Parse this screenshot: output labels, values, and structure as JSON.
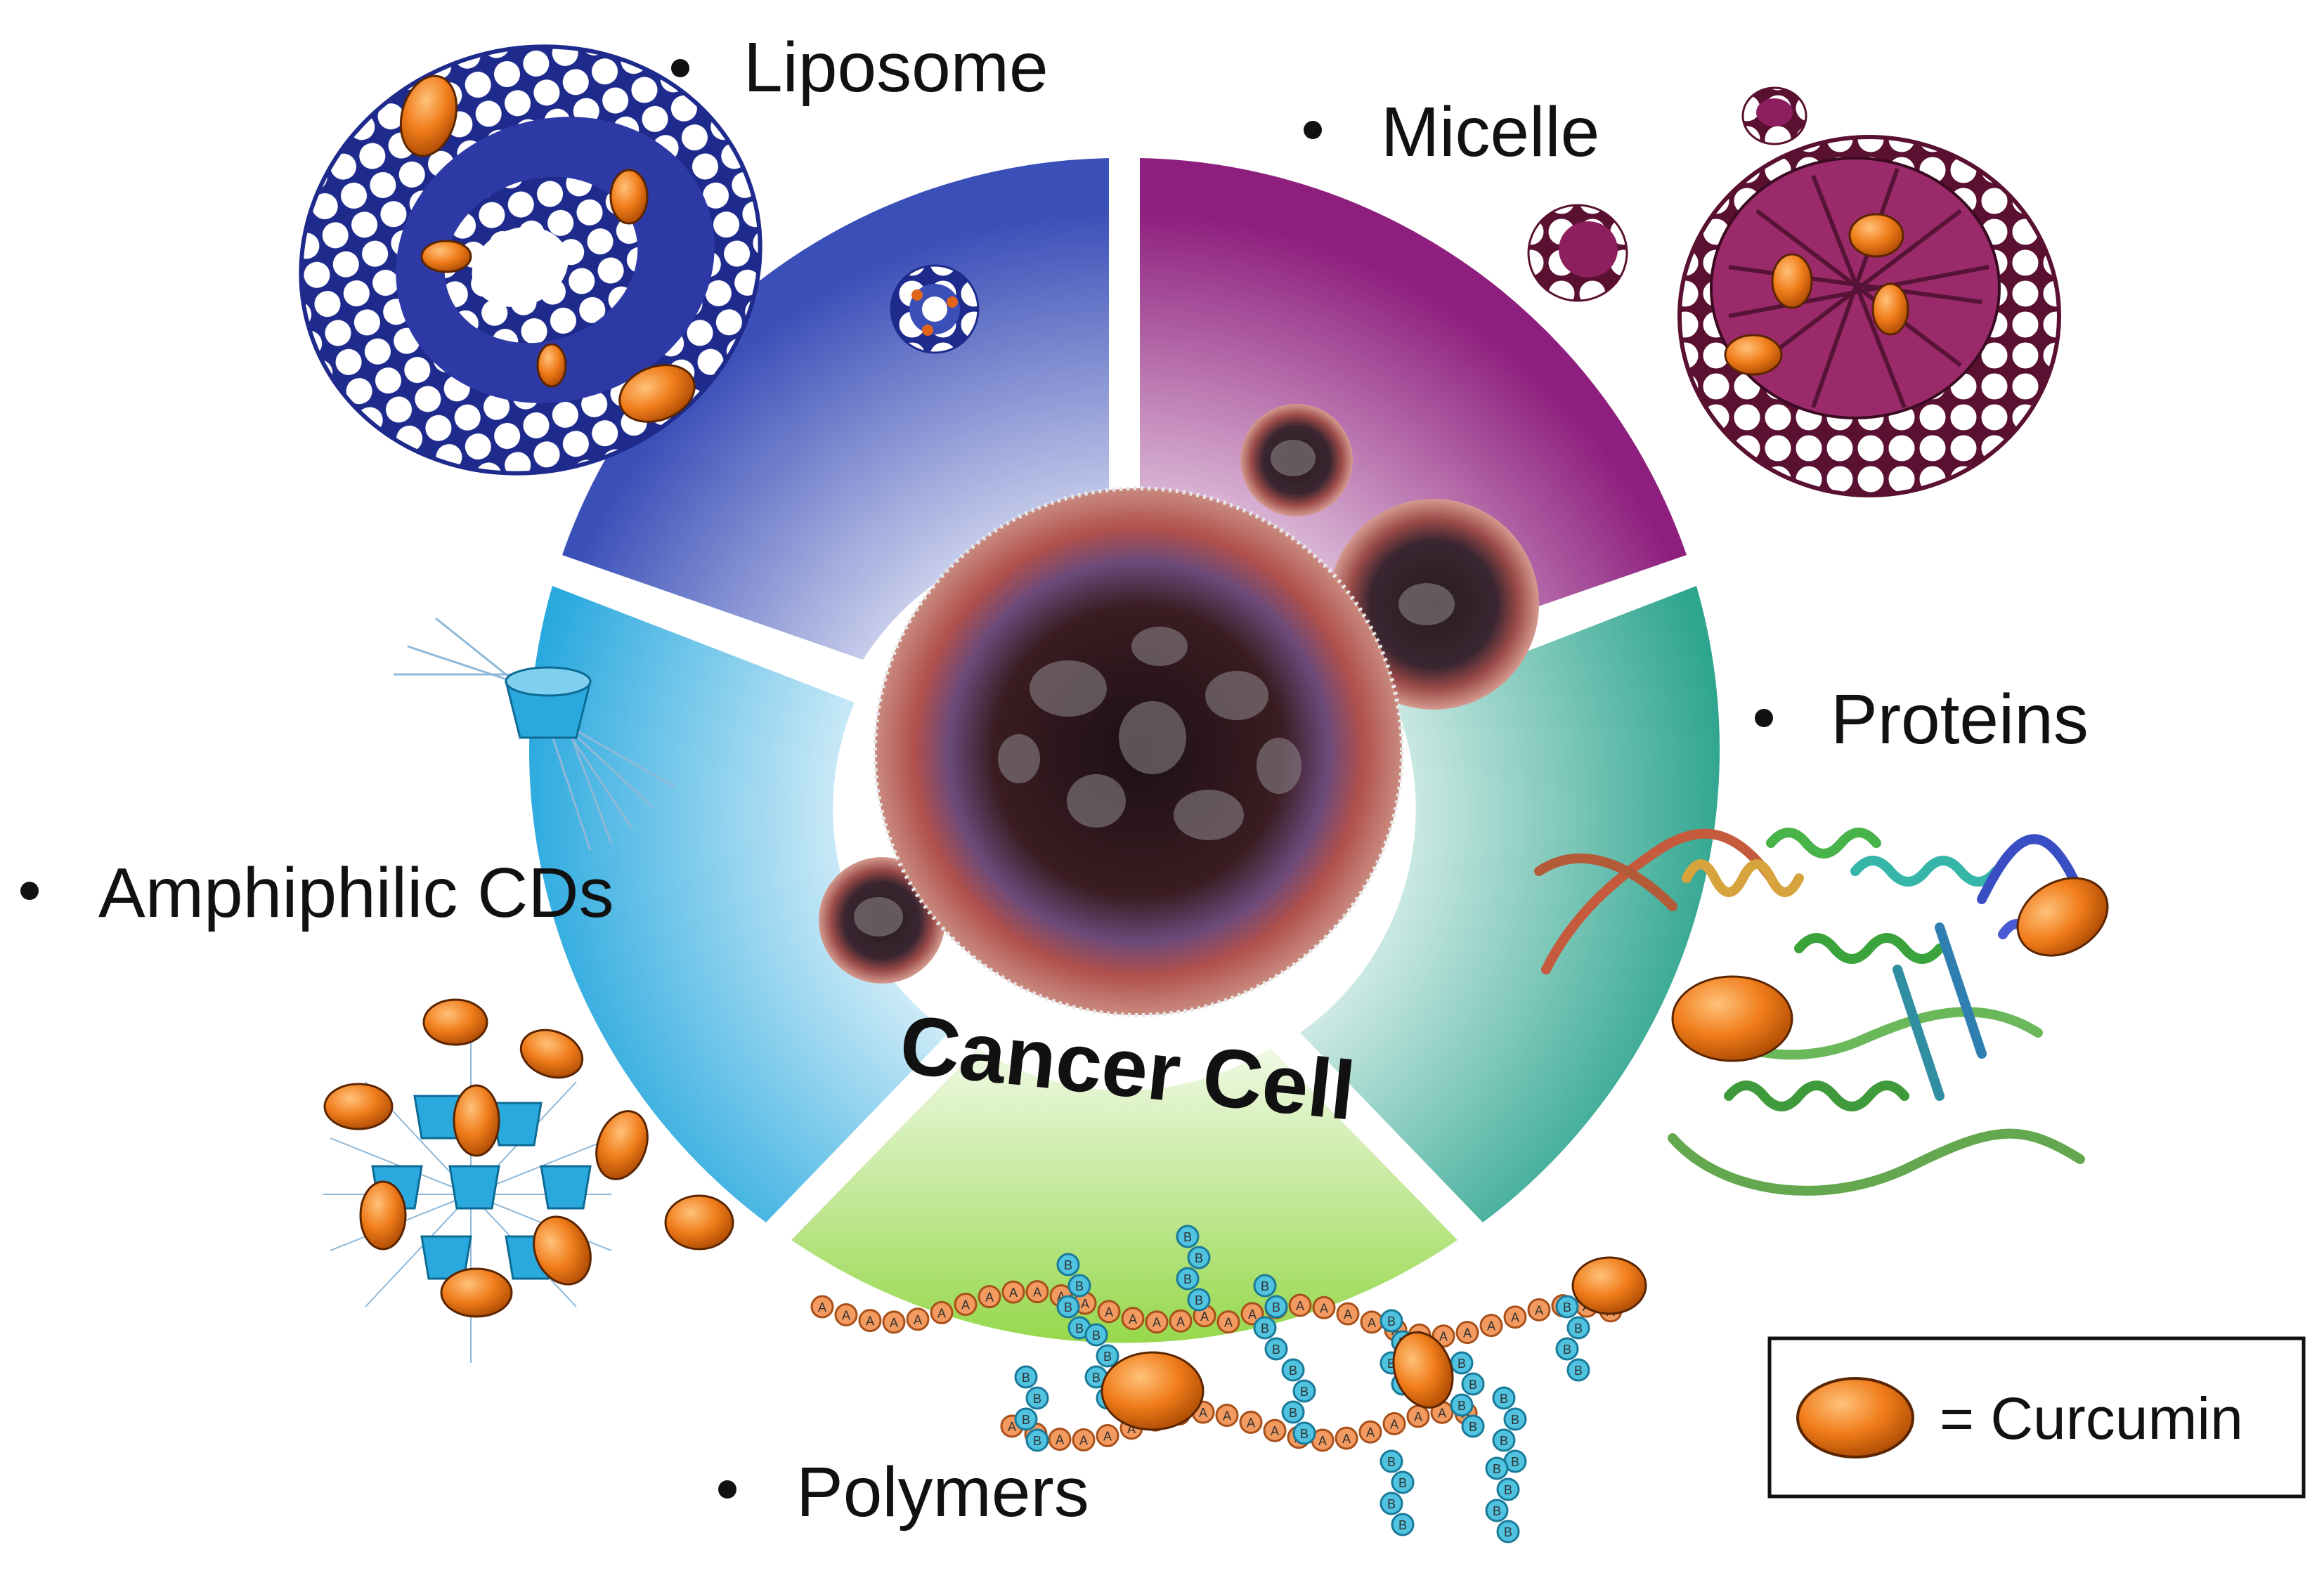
{
  "center": {
    "label": "Cancer Cell"
  },
  "carriers": [
    {
      "id": "liposome",
      "label": "Liposome",
      "color": "#3b4fb8"
    },
    {
      "id": "micelle",
      "label": "Micelle",
      "color": "#8e1f7e"
    },
    {
      "id": "proteins",
      "label": "Proteins",
      "color": "#2ea58f"
    },
    {
      "id": "polymers",
      "label": "Polymers",
      "color": "#8cd43a"
    },
    {
      "id": "amphiphilic",
      "label": "Amphiphilic CDs",
      "color": "#2aa9df"
    }
  ],
  "legend": {
    "label": "= Curcumin",
    "color": "#f07c1a"
  },
  "polymer_units": {
    "a": "A",
    "b": "B"
  }
}
